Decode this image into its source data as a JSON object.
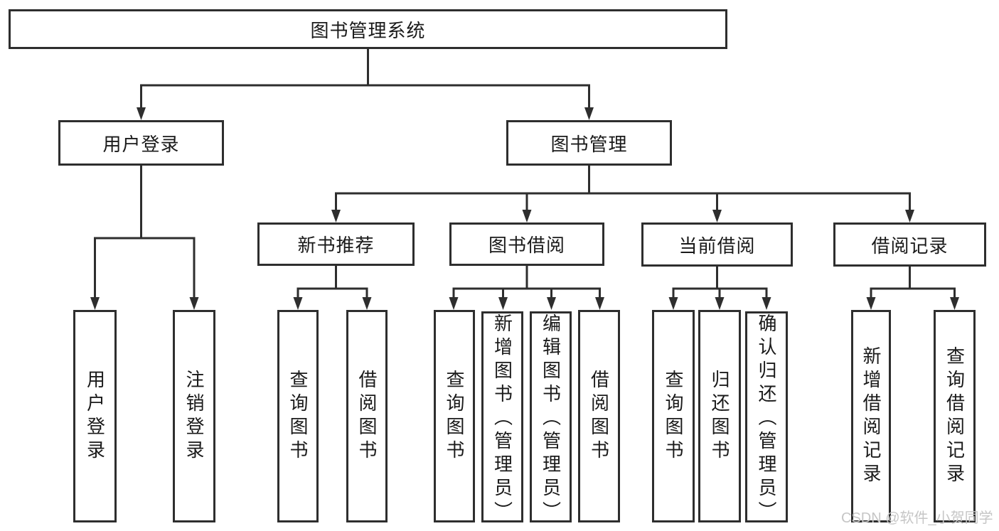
{
  "colors": {
    "line": "#2e2e2e",
    "box_border": "#2e2e2e",
    "text": "#1a1a1a",
    "watermark": "#c6c6c6",
    "background": "#ffffff"
  },
  "tree": {
    "root": {
      "label": "图书管理系统"
    },
    "branches": [
      {
        "label": "用户登录",
        "leaves": [
          {
            "label": "用户登录"
          },
          {
            "label": "注销登录"
          }
        ]
      },
      {
        "label": "图书管理",
        "sections": [
          {
            "label": "新书推荐",
            "leaves": [
              {
                "label": "查询图书"
              },
              {
                "label": "借阅图书"
              }
            ]
          },
          {
            "label": "图书借阅",
            "leaves": [
              {
                "label": "查询图书"
              },
              {
                "label": "新增图书（管理员）"
              },
              {
                "label": "编辑图书（管理员）"
              },
              {
                "label": "借阅图书"
              }
            ]
          },
          {
            "label": "当前借阅",
            "leaves": [
              {
                "label": "查询图书"
              },
              {
                "label": "归还图书"
              },
              {
                "label": "确认归还（管理员）"
              }
            ]
          },
          {
            "label": "借阅记录",
            "leaves": [
              {
                "label": "新增借阅记录"
              },
              {
                "label": "查询借阅记录"
              }
            ]
          }
        ]
      }
    ]
  },
  "watermark": {
    "text": "CSDN @软件_小贺同学"
  }
}
